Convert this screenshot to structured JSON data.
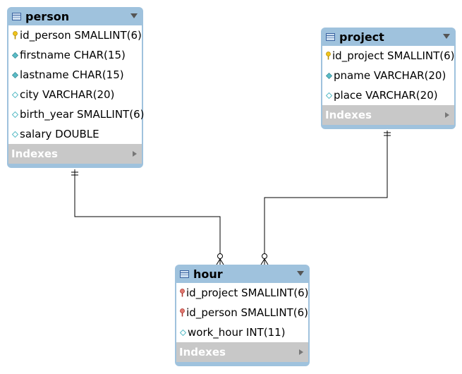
{
  "tables": {
    "person": {
      "name": "person",
      "columns": [
        {
          "label": "id_person SMALLINT(6)",
          "icon": "primary-key-icon"
        },
        {
          "label": "firstname CHAR(15)",
          "icon": "non-null-column-icon"
        },
        {
          "label": "lastname CHAR(15)",
          "icon": "non-null-column-icon"
        },
        {
          "label": "city VARCHAR(20)",
          "icon": "nullable-column-icon"
        },
        {
          "label": "birth_year SMALLINT(6)",
          "icon": "nullable-column-icon"
        },
        {
          "label": "salary DOUBLE",
          "icon": "nullable-column-icon"
        }
      ],
      "indexes_label": "Indexes"
    },
    "project": {
      "name": "project",
      "columns": [
        {
          "label": "id_project SMALLINT(6)",
          "icon": "primary-key-icon"
        },
        {
          "label": "pname VARCHAR(20)",
          "icon": "non-null-column-icon"
        },
        {
          "label": "place VARCHAR(20)",
          "icon": "nullable-column-icon"
        }
      ],
      "indexes_label": "Indexes"
    },
    "hour": {
      "name": "hour",
      "columns": [
        {
          "label": "id_project SMALLINT(6)",
          "icon": "foreign-key-icon"
        },
        {
          "label": "id_person SMALLINT(6)",
          "icon": "foreign-key-icon"
        },
        {
          "label": "work_hour INT(11)",
          "icon": "nullable-column-icon"
        }
      ],
      "indexes_label": "Indexes"
    }
  },
  "relationships": [
    {
      "from": "person",
      "to": "hour",
      "from_end": "one-and-only-one",
      "to_end": "zero-or-many"
    },
    {
      "from": "project",
      "to": "hour",
      "from_end": "one-and-only-one",
      "to_end": "zero-or-many"
    }
  ],
  "colors": {
    "header": "#9fc2dd",
    "indexes_bar": "#c8c8c8",
    "line": "#000000",
    "primary_key": "#f0c419",
    "foreign_key": "#d9534f",
    "column_diamond": "#5bbcc7"
  }
}
